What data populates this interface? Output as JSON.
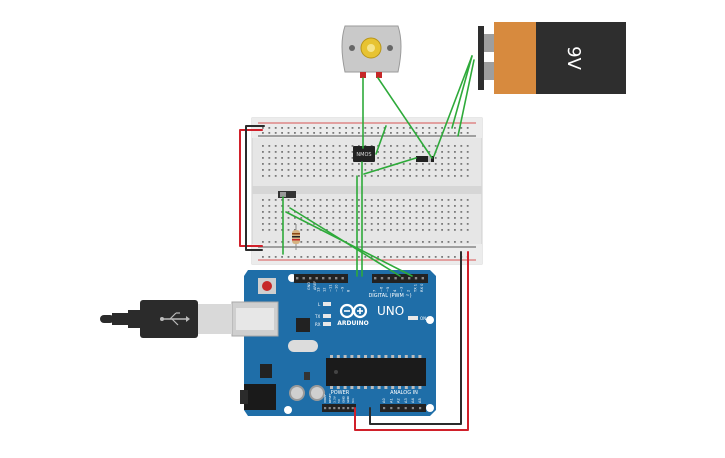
{
  "battery": {
    "label": "9V"
  },
  "transistor": {
    "label": "NMOS"
  },
  "arduino": {
    "logo_text": "ARDUINO",
    "model": "UNO",
    "digital_label": "DIGITAL (PWM ~)",
    "power_label": "POWER",
    "analog_label": "ANALOG IN",
    "on_label": "ON",
    "tx_label": "TX",
    "rx_label": "RX",
    "l_label": "L",
    "aref_label": "AREF",
    "gnd_label": "GND",
    "digital_pins": [
      "13",
      "12",
      "~11",
      "~10",
      "~9",
      "8",
      "7",
      "~6",
      "~5",
      "4",
      "~3",
      "2",
      "TX 1",
      "RX 0"
    ],
    "power_pins": [
      "IOREF",
      "RESET",
      "3.3V",
      "5V",
      "GND",
      "GND",
      "Vin"
    ],
    "analog_pins": [
      "A0",
      "A1",
      "A2",
      "A3",
      "A4",
      "A5"
    ]
  },
  "colors": {
    "wire_green": "#2eaa3a",
    "wire_red": "#d0202a",
    "wire_black": "#2b2b2b",
    "board_blue": "#1f6ea8",
    "battery_orange": "#d78a3e",
    "battery_black": "#2e2e2e",
    "breadboard": "#e6e6e6"
  }
}
